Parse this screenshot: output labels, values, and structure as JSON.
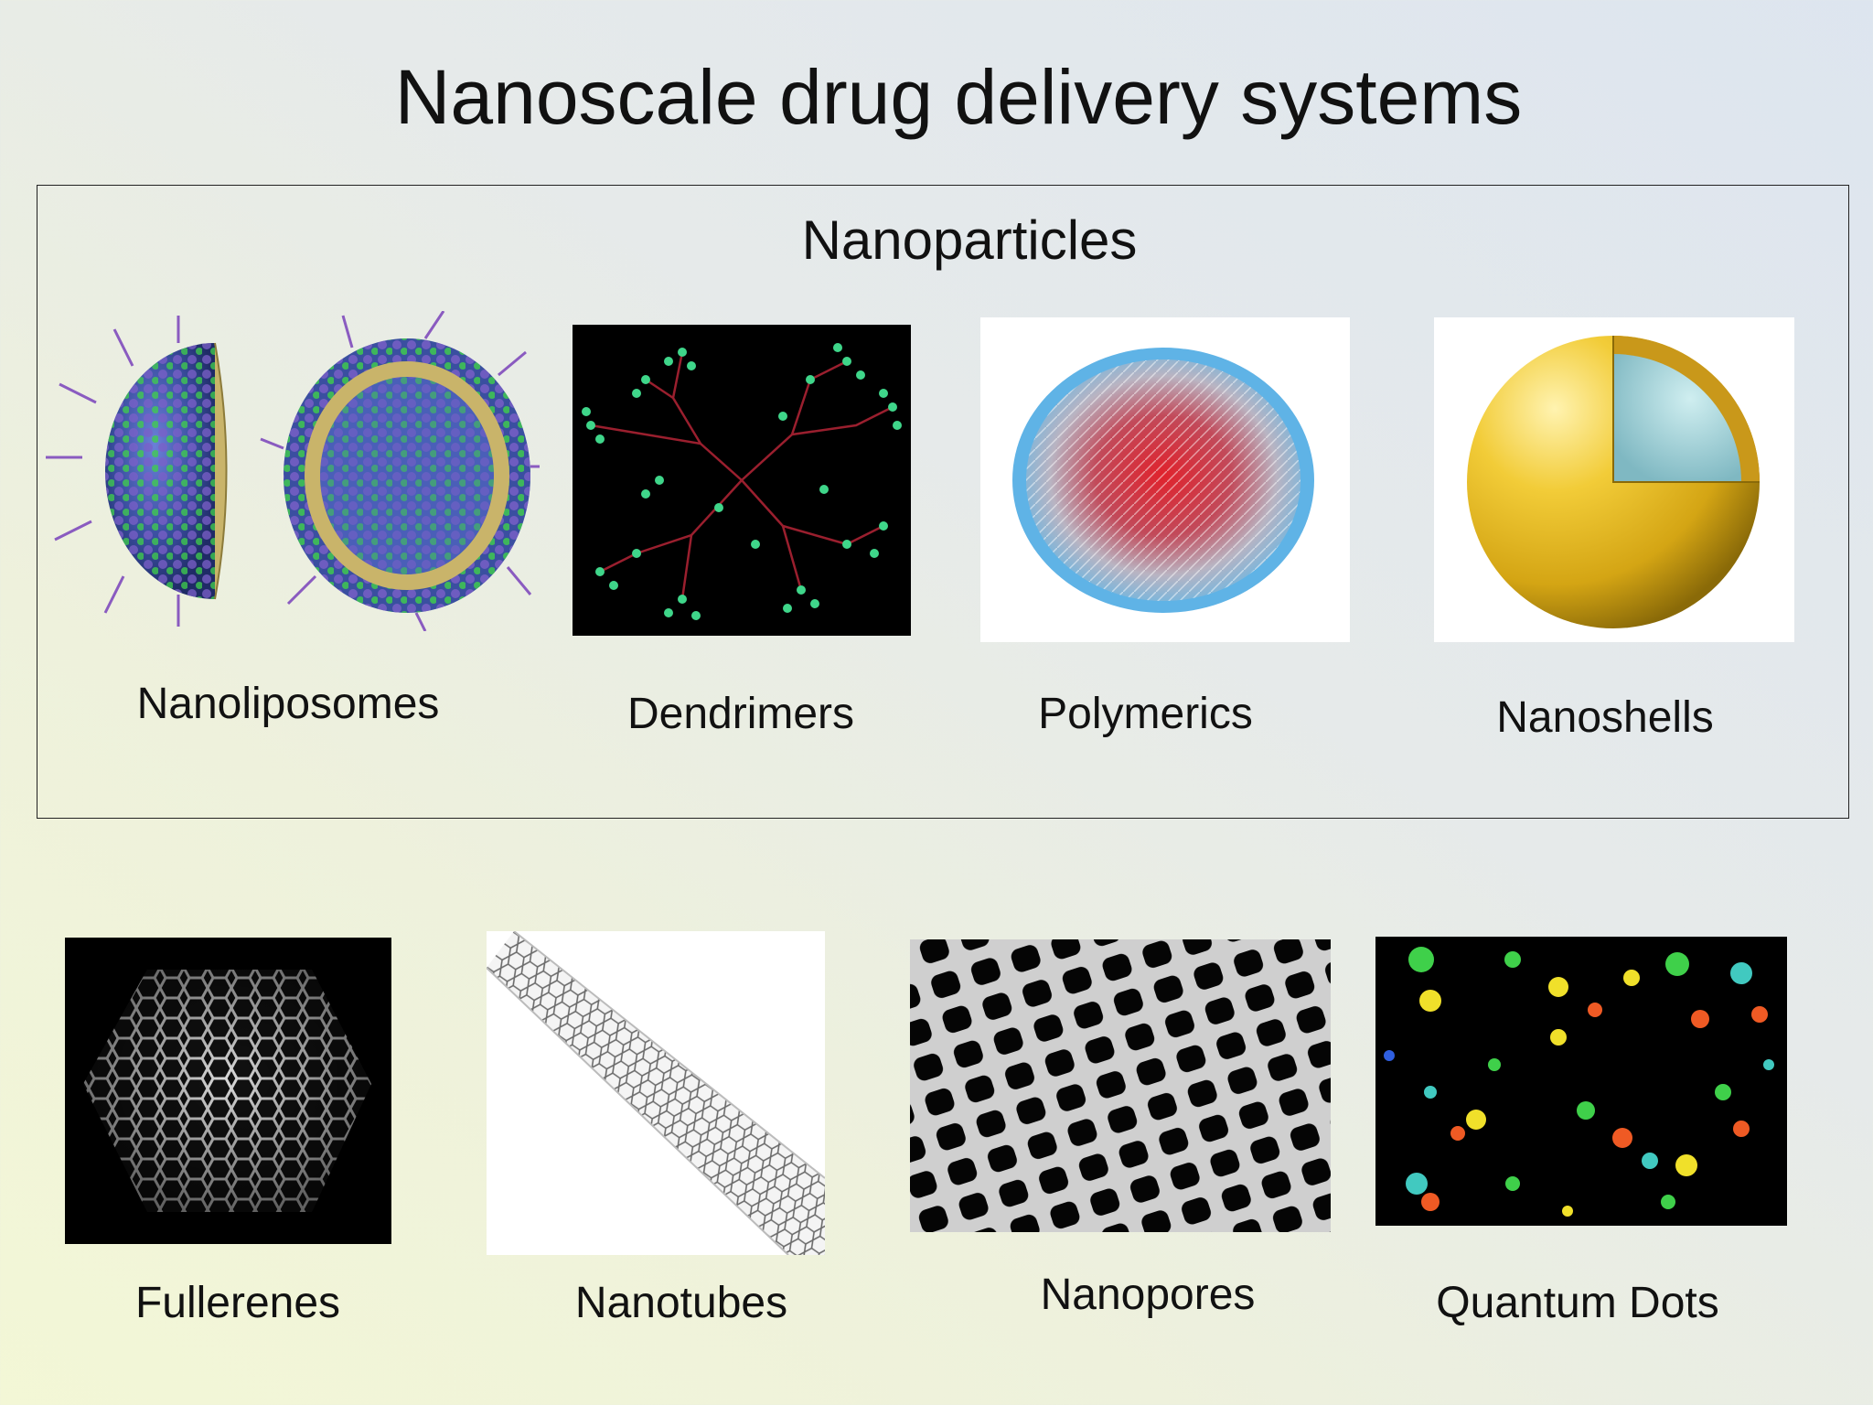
{
  "slide": {
    "title": "Nanoscale drug delivery systems",
    "group_title": "Nanoparticles",
    "items_group": [
      {
        "label": "Nanoliposomes",
        "icon": "nanoliposome-image"
      },
      {
        "label": "Dendrimers",
        "icon": "dendrimer-image"
      },
      {
        "label": "Polymerics",
        "icon": "polymeric-nanoparticle-image"
      },
      {
        "label": "Nanoshells",
        "icon": "nanoshell-image"
      }
    ],
    "items_bottom": [
      {
        "label": "Fullerenes",
        "icon": "fullerene-image"
      },
      {
        "label": "Nanotubes",
        "icon": "nanotube-image"
      },
      {
        "label": "Nanopores",
        "icon": "nanopore-image"
      },
      {
        "label": "Quantum Dots",
        "icon": "quantum-dots-image"
      }
    ]
  },
  "colors": {
    "text": "#111111",
    "liposome_core": "#3a4fa0",
    "liposome_head_green": "#3fd04a",
    "liposome_tail": "#8a5bc0",
    "dendrimer_branch": "#9a1f2e",
    "dendrimer_node": "#3fd68a",
    "nanoshell_gold": "#e1b21c",
    "nanoshell_core": "#9fd0d6"
  }
}
